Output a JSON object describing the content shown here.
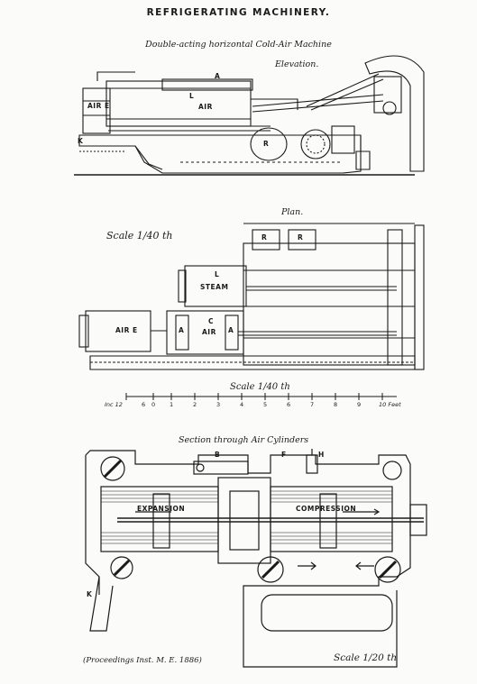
{
  "title": "REFRIGERATING MACHINERY.",
  "subtitle": "Double-acting horizontal Cold-Air Machine",
  "elevation": {
    "heading": "Elevation.",
    "labels": {
      "air_e": "AIR E",
      "air_l": "L",
      "air": "AIR",
      "r": "R",
      "k": "K",
      "a": "A"
    }
  },
  "plan": {
    "heading": "Plan.",
    "scale_left": "Scale 1/40 th",
    "scale_bottom": "Scale 1/40 th",
    "labels": {
      "steam": "STEAM",
      "steam_l": "L",
      "air_e": "AIR E",
      "air_c": "C",
      "air": "AIR",
      "a1": "A",
      "a2": "A",
      "r1": "R",
      "r2": "R"
    },
    "scale_bar": {
      "start_label": "Inc 12",
      "ticks": [
        "6",
        "0",
        "1",
        "2",
        "3",
        "4",
        "5",
        "6",
        "7",
        "8",
        "9",
        "10 Feet"
      ]
    }
  },
  "section": {
    "heading": "Section through Air Cylinders",
    "labels": {
      "expansion": "EXPANSION",
      "compression": "COMPRESSION",
      "k": "K",
      "b": "B",
      "h": "H",
      "f": "F"
    },
    "scale": "Scale 1/20 th"
  },
  "footer": {
    "citation": "(Proceedings Inst. M. E. 1886)"
  }
}
